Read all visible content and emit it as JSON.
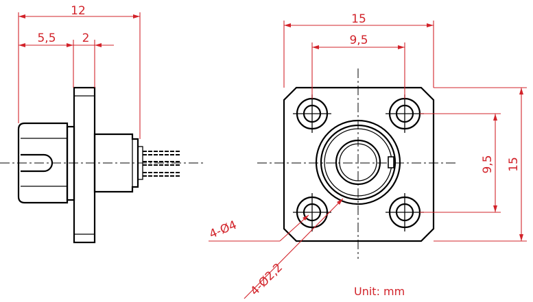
{
  "side_view": {
    "overall_length": "12",
    "head_length": "5,5",
    "flange_thickness": "2"
  },
  "front_view": {
    "width": "15",
    "height": "15",
    "hole_spacing_x": "9,5",
    "hole_spacing_y": "9,5",
    "hole_callout_outer": "4-Ø4",
    "hole_callout_inner": "4-Ø2,2"
  },
  "unit_label": "Unit:  mm",
  "colors": {
    "dimension": "#d2232a",
    "outline": "#000000"
  }
}
